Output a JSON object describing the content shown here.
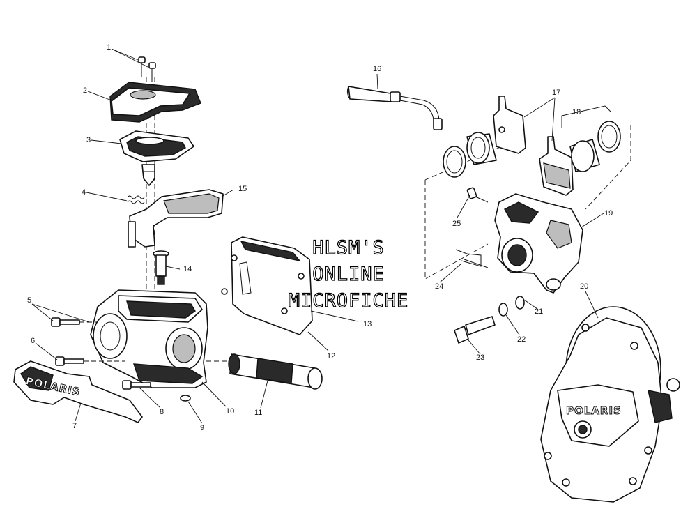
{
  "watermark": {
    "line1": "HLSM'S",
    "line2": "ONLINE",
    "line3": "MICROFICHE"
  },
  "brand_logo": "POLARIS",
  "callouts": [
    "1",
    "2",
    "3",
    "4",
    "5",
    "6",
    "7",
    "8",
    "9",
    "10",
    "11",
    "12",
    "13",
    "14",
    "15",
    "16",
    "17",
    "18",
    "19",
    "20",
    "21",
    "22",
    "23",
    "24",
    "25"
  ]
}
